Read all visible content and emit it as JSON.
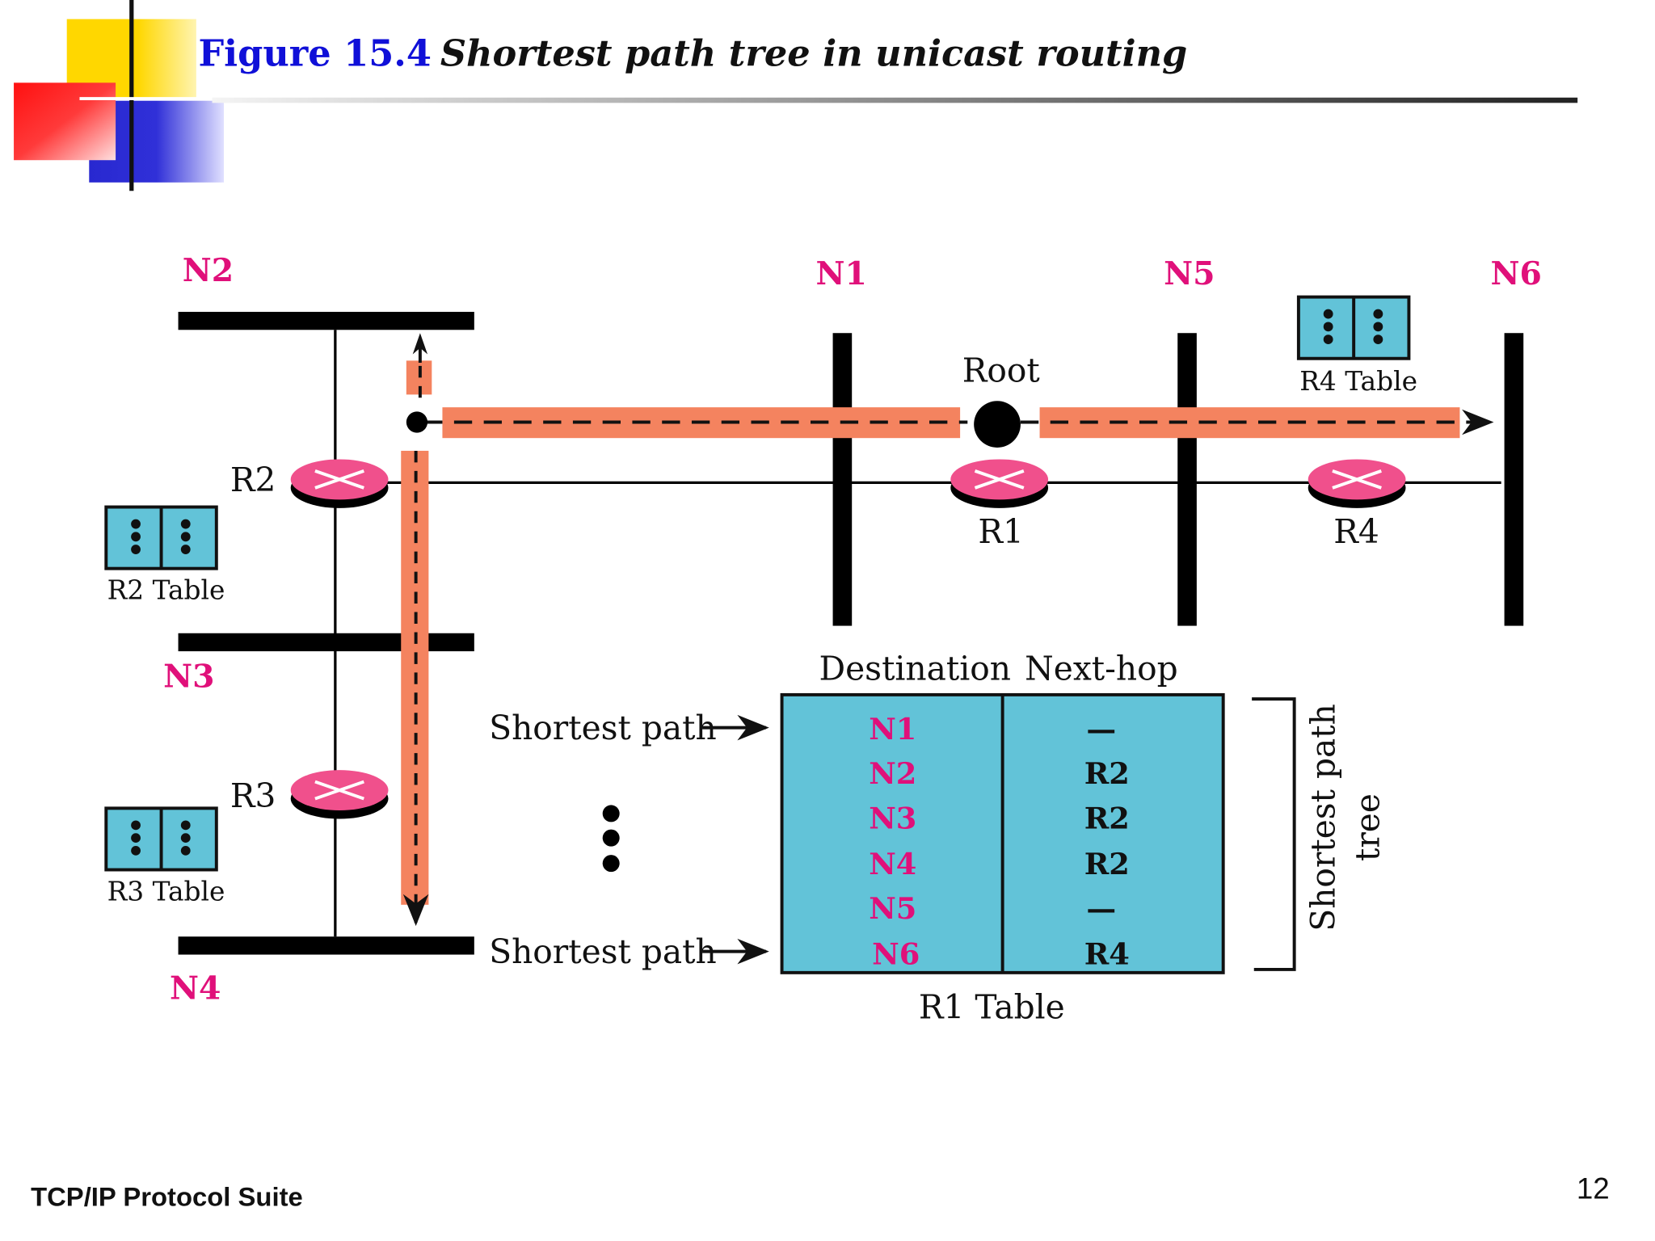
{
  "slide": {
    "figure_number": "Figure 15.4",
    "figure_title": "Shortest path tree in unicast routing",
    "footer": "TCP/IP Protocol Suite",
    "page_number": "12"
  },
  "colors": {
    "network_label": "#e0107a",
    "router_fill": "#f0508c",
    "table_fill": "#62c3d8",
    "path_fill": "#f4835f",
    "title_blue": "#1010d8"
  },
  "networks": {
    "n1": "N1",
    "n2": "N2",
    "n3": "N3",
    "n4": "N4",
    "n5": "N5",
    "n6": "N6"
  },
  "routers": {
    "r1": "R1",
    "r2": "R2",
    "r3": "R3",
    "r4": "R4"
  },
  "root_label": "Root",
  "tables": {
    "r2": "R2 Table",
    "r3": "R3 Table",
    "r4": "R4 Table"
  },
  "r1_table": {
    "caption": "R1 Table",
    "headers": [
      "Destination",
      "Next-hop"
    ],
    "rows": [
      [
        "N1",
        "—"
      ],
      [
        "N2",
        "R2"
      ],
      [
        "N3",
        "R2"
      ],
      [
        "N4",
        "R2"
      ],
      [
        "N5",
        "—"
      ],
      [
        "N6",
        "R4"
      ]
    ]
  },
  "annotations": {
    "shortest_path_top": "Shortest path",
    "shortest_path_bottom": "Shortest path",
    "bracket_line1": "Shortest path",
    "bracket_line2": "tree"
  }
}
